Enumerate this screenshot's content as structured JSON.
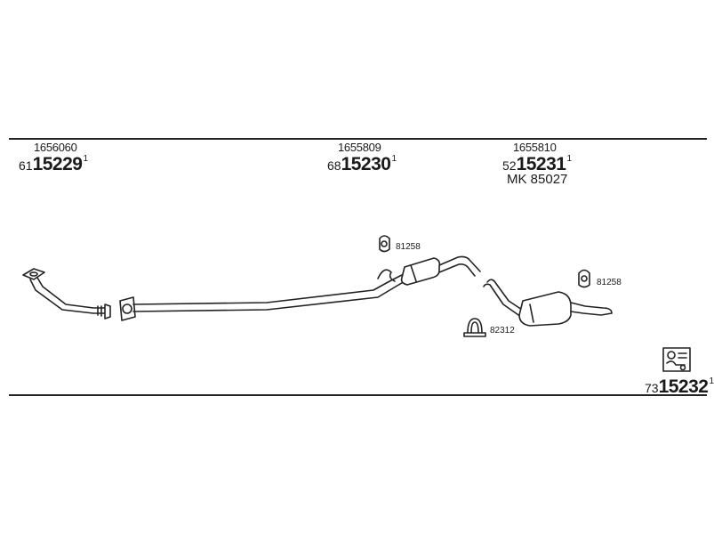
{
  "parts": [
    {
      "oem": "1656060",
      "prefix": "61",
      "code": "15229",
      "suffix": "1"
    },
    {
      "oem": "1655809",
      "prefix": "68",
      "code": "15230",
      "suffix": "1"
    },
    {
      "oem": "1655810",
      "prefix": "52",
      "code": "15231",
      "suffix": "1",
      "kit": "MK  85027"
    }
  ],
  "accessories": {
    "hanger_top": "81258",
    "hanger_right": "81258",
    "clamp": "82312"
  },
  "kit_box": {
    "prefix": "73",
    "code": "15232",
    "suffix": "1"
  },
  "icons": {
    "kit": "parts-kit-icon"
  }
}
